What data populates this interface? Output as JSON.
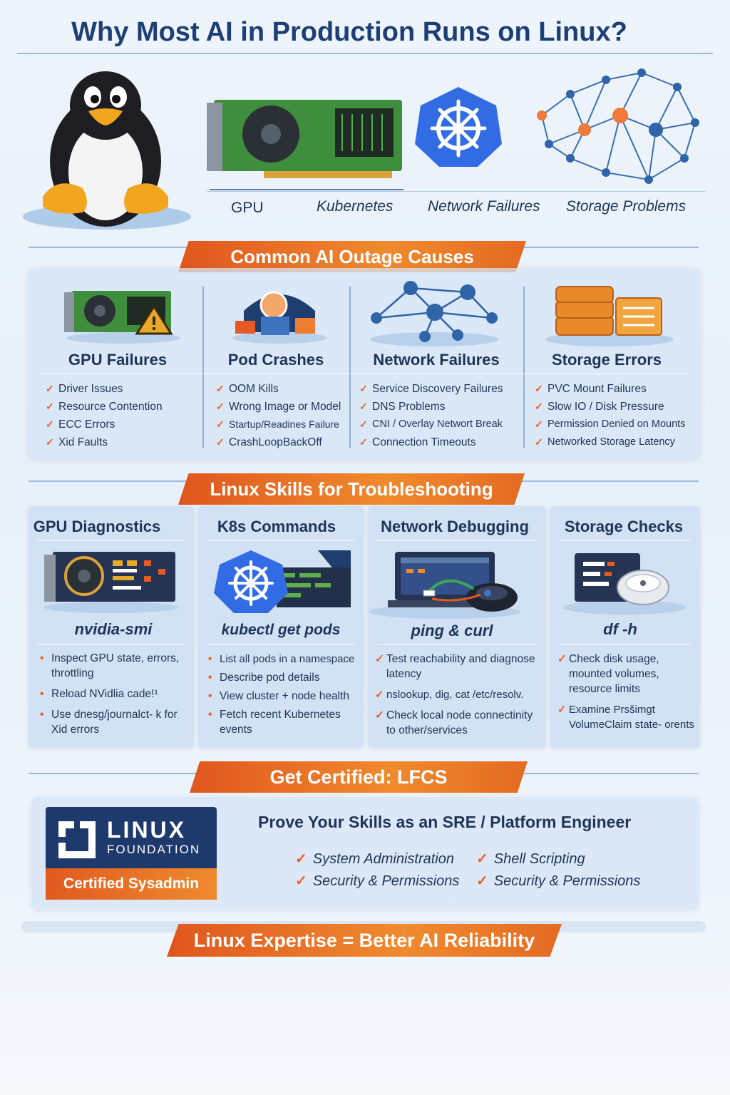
{
  "title": "Why Most AI in Production Runs on Linux?",
  "hero": {
    "labels": [
      "GPU",
      "Kubernetes",
      "Network Failures",
      "Storage Problems"
    ]
  },
  "outages": {
    "banner": "Common AI Outage Causes",
    "cards": [
      {
        "title": "GPU Failures",
        "items": [
          "Driver Issues",
          "Resource Contention",
          "ECC Errors",
          "Xid Faults"
        ]
      },
      {
        "title": "Pod Crashes",
        "items": [
          "OOM Kills",
          "Wrong Image or Model",
          "Startup/Readines Failure",
          "CrashLoopBackOff"
        ]
      },
      {
        "title": "Network Failures",
        "items": [
          "Service Discovery Failures",
          "DNS Problems",
          "CNI / Overlay Networt Break",
          "Connection Timeouts"
        ]
      },
      {
        "title": "Storage Errors",
        "items": [
          "PVC Mount Failures",
          "Slow IO / Disk Pressure",
          "Permission Denied on Mounts",
          "Networked Storage Latency"
        ]
      }
    ]
  },
  "skills": {
    "banner": "Linux Skills for Troubleshooting",
    "cards": [
      {
        "title": "GPU Diagnostics",
        "command": "nvidia-smi",
        "items": [
          "Inspect GPU state, errors, throttling",
          "Reload NVidlia cade!¹",
          "Use dnesg/journalct- k for Xid errors"
        ]
      },
      {
        "title": "K8s Commands",
        "command": "kubectl get pods",
        "items": [
          "List all pods in a namespace",
          "Describe pod details",
          "View cluster + node health",
          "Fetch recent Kubernetes events"
        ]
      },
      {
        "title": "Network Debugging",
        "command": "ping & curl",
        "items": [
          "Test reachability and diagnose latency",
          "nslookup, dig, cat /etc/resolv.",
          "Check local node connectinity to other/services"
        ]
      },
      {
        "title": "Storage Checks",
        "command": "df -h",
        "items": [
          "Check disk usage, mounted volumes, resource limits",
          "Examine Prsšimgt VolumeClaim state- orents"
        ]
      }
    ]
  },
  "cert": {
    "banner": "Get Certified: LFCS",
    "logo_word": "LINUX",
    "logo_sub": "FOUNDATION",
    "badge": "Certified Sysadmin",
    "heading": "Prove Your Skills as an SRE / Platform Engineer",
    "checks": [
      "System Administration",
      "Shell Scripting",
      "Security & Permissions",
      "Security & Permissions"
    ]
  },
  "footer": "Linux Expertise = Better AI Reliability",
  "icons": [
    "penguin-icon",
    "gpu-card-icon",
    "kubernetes-wheel-icon",
    "network-mesh-icon",
    "storage-stack-icon",
    "pod-crash-icon",
    "server-icon",
    "disk-icon",
    "check-icon"
  ],
  "colors": {
    "accent": "#e8622a",
    "navy": "#1d3f73",
    "k8s_blue": "#326ce5"
  }
}
